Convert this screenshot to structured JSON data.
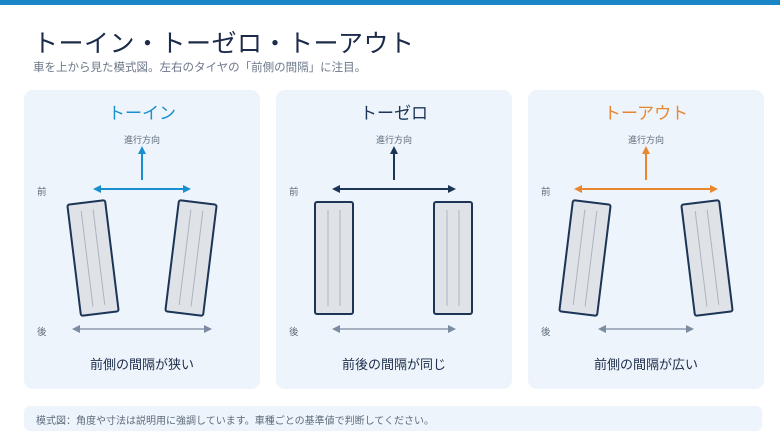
{
  "header": {
    "title": "トーイン・トーゼロ・トーアウト",
    "subtitle": "車を上から見た模式図。左右のタイヤの「前側の間隔」に注目。"
  },
  "colors": {
    "accent_bar": "#1a86c8",
    "toe_in": "#1a8fcf",
    "toe_zero": "#1c3557",
    "toe_out": "#e8872f",
    "tire_fill": "#dfe3e8",
    "tire_stroke": "#1c3557",
    "panel_bg": "#edf4fb"
  },
  "panels": [
    {
      "title": "トーイン",
      "direction_label": "進行方向",
      "front_label": "前",
      "rear_label": "後",
      "caption": "前側の間隔が狭い",
      "color_key": "toe_in"
    },
    {
      "title": "トーゼロ",
      "direction_label": "進行方向",
      "front_label": "前",
      "rear_label": "後",
      "caption": "前後の間隔が同じ",
      "color_key": "toe_zero"
    },
    {
      "title": "トーアウト",
      "direction_label": "進行方向",
      "front_label": "前",
      "rear_label": "後",
      "caption": "前側の間隔が広い",
      "color_key": "toe_out"
    }
  ],
  "footer": {
    "note": "模式図：角度や寸法は説明用に強調しています。車種ごとの基準値で判断してください。"
  }
}
